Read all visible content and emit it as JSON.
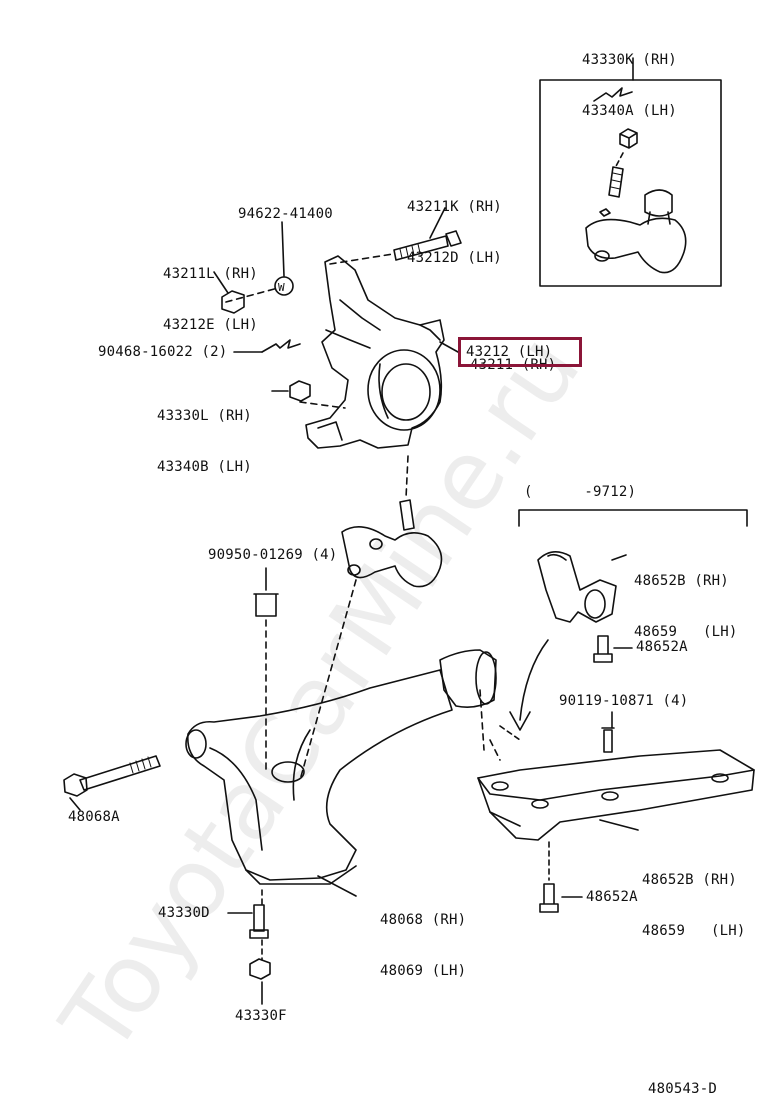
{
  "watermark": "ToyotaCarMine.ru",
  "diagram_id": "480543-D",
  "date_range": "(      -9712)",
  "labels": {
    "ball_joint_upper_rh": "43330K (RH)",
    "ball_joint_upper_lh": "43340A (LH)",
    "bolt_rh": "43211K (RH)",
    "bolt_lh": "43212D (LH)",
    "washer": "94622-41400",
    "nut_rh": "43211L (RH)",
    "nut_lh": "43212E (LH)",
    "knuckle_rh": "43211 (RH)",
    "knuckle_lh": "43212 (LH)",
    "cotter_pin": "90468-16022 (2)",
    "ball_nut_rh": "43330L (RH)",
    "ball_nut_lh": "43340B (LH)",
    "bushing_nut": "90950-01269 (4)",
    "stabilizer_rh": "48652B (RH)",
    "stabilizer_lh": "48659   (LH)",
    "bolt_a_top": "48652A",
    "bolt_90119": "90119-10871 (4)",
    "bolt_48068a": "48068A",
    "member_rh": "48652B (RH)",
    "member_lh": "48659   (LH)",
    "arm_rh": "48068 (RH)",
    "arm_lh": "48069 (LH)",
    "bolt_a_bottom": "48652A",
    "bolt_43330d": "43330D",
    "nut_43330f": "43330F"
  }
}
